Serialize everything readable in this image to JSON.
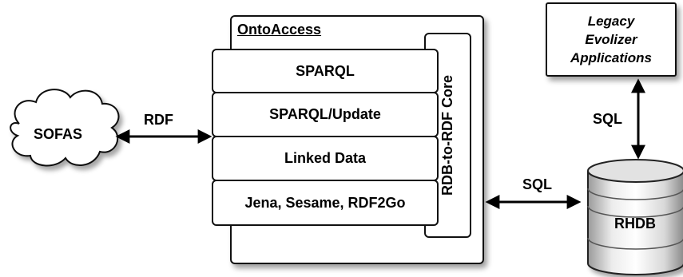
{
  "ontoaccess": {
    "title": "OntoAccess",
    "core_label": "RDB-to-RDF Core",
    "layers": [
      "SPARQL",
      "SPARQL/Update",
      "Linked Data",
      "Jena, Sesame, RDF2Go"
    ]
  },
  "sofas": {
    "label": "SOFAS"
  },
  "legacy": {
    "line1": "Legacy",
    "line2": "Evolizer",
    "line3": "Applications"
  },
  "rhdb": {
    "label": "RHDB"
  },
  "edges": {
    "rdf": "RDF",
    "sql_vertical": "SQL",
    "sql_horizontal": "SQL"
  }
}
